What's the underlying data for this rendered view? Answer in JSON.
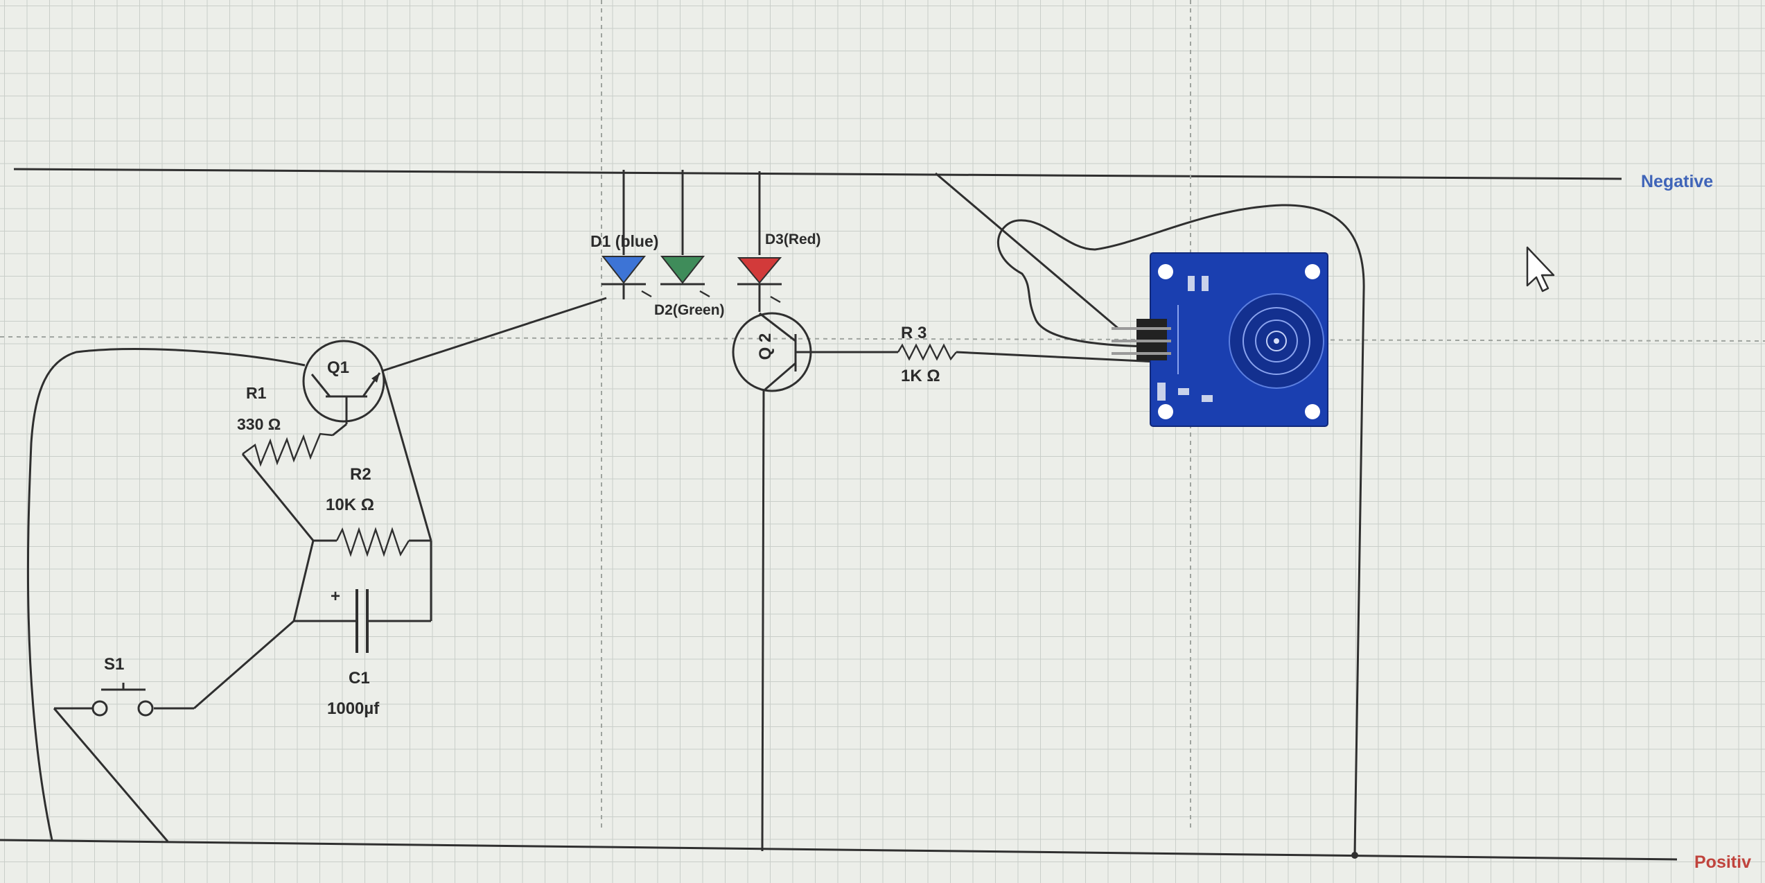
{
  "rails": {
    "negative_label": "Negative",
    "positive_label": "Positiv",
    "negative_color": "#3f64b8",
    "positive_color": "#c0443d"
  },
  "components": {
    "q1": {
      "label": "Q1"
    },
    "q2": {
      "label": "Q 2"
    },
    "r1": {
      "name": "R1",
      "value": "330 Ω"
    },
    "r2": {
      "name": "R2",
      "value": "10K Ω"
    },
    "r3": {
      "name": "R 3",
      "value": "1K Ω"
    },
    "c1": {
      "name": "C1",
      "value": "1000µf",
      "polarity": "+"
    },
    "s1": {
      "name": "S1"
    },
    "d1": {
      "name": "D1 (blue)",
      "color": "#3d74d6"
    },
    "d2": {
      "name": "D2(Green)",
      "color": "#3f8c5a"
    },
    "d3": {
      "name": "D3(Red)",
      "color": "#d23a3a"
    },
    "sensor": {
      "name": "touch-sensor-module",
      "color": "#1a3fb0"
    }
  },
  "cursor": {
    "icon": "mouse-pointer-icon"
  }
}
